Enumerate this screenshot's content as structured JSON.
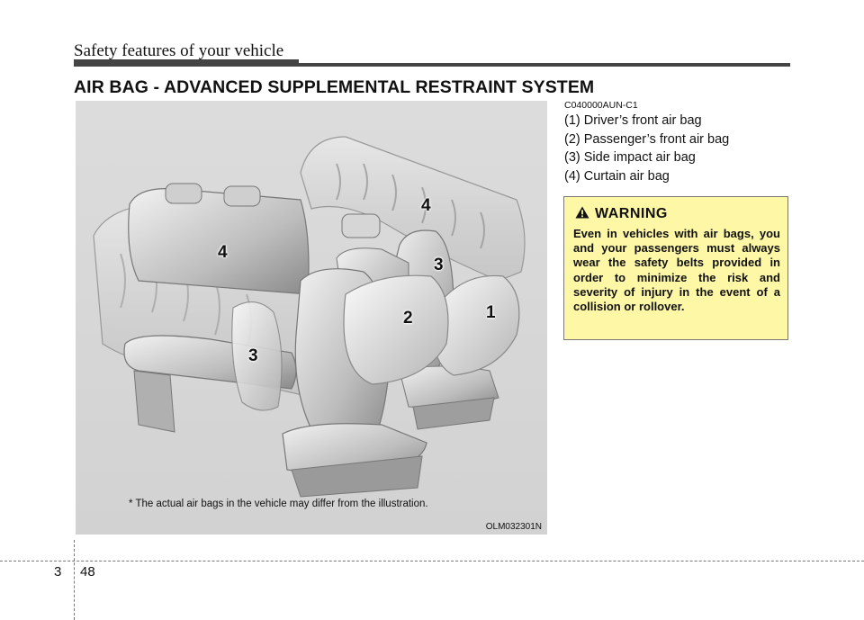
{
  "header": {
    "title": "Safety features of your vehicle"
  },
  "section": {
    "title": "AIR BAG - ADVANCED SUPPLEMENTAL RESTRAINT SYSTEM"
  },
  "figure": {
    "disclaimer": "* The actual air bags in the vehicle may differ from the illustration.",
    "code": "OLM032301N",
    "callouts": [
      "4",
      "4",
      "3",
      "3",
      "2",
      "1"
    ]
  },
  "content": {
    "ref_code": "C040000AUN-C1",
    "airbags": [
      "(1) Driver’s front air bag",
      "(2) Passenger’s front air bag",
      "(3) Side impact air bag",
      "(4) Curtain air bag"
    ]
  },
  "warning": {
    "title": "WARNING",
    "text": "Even in vehicles with air bags, you and your passengers must always wear the safety belts provided in order to minimize the risk and severity of injury in the event of a collision or rollover."
  },
  "footer": {
    "chapter": "3",
    "page": "48"
  }
}
